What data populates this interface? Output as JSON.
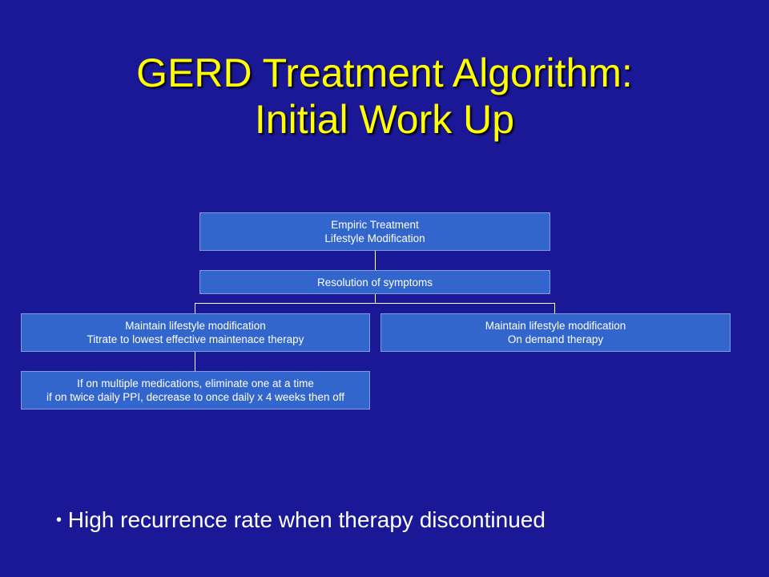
{
  "title": {
    "line1": "GERD Treatment Algorithm:",
    "line2": "Initial Work Up"
  },
  "flowchart": {
    "empiric": {
      "line1": "Empiric Treatment",
      "line2": "Lifestyle Modification"
    },
    "resolution": {
      "line1": "Resolution of symptoms"
    },
    "left_branch": {
      "line1": "Maintain lifestyle modification",
      "line2": "Titrate to lowest effective maintenace therapy"
    },
    "right_branch": {
      "line1": "Maintain lifestyle modification",
      "line2": "On demand therapy"
    },
    "taper": {
      "line1": "If on multiple medications, eliminate one at a time",
      "line2": "if on twice daily PPI, decrease to once daily x 4 weeks then off"
    }
  },
  "bullet": {
    "marker": "•",
    "text": "High recurrence rate when therapy discontinued"
  },
  "colors": {
    "background": "#1a1896",
    "title": "#ffff00",
    "box_fill": "#3366cc",
    "text": "#ffffff"
  }
}
